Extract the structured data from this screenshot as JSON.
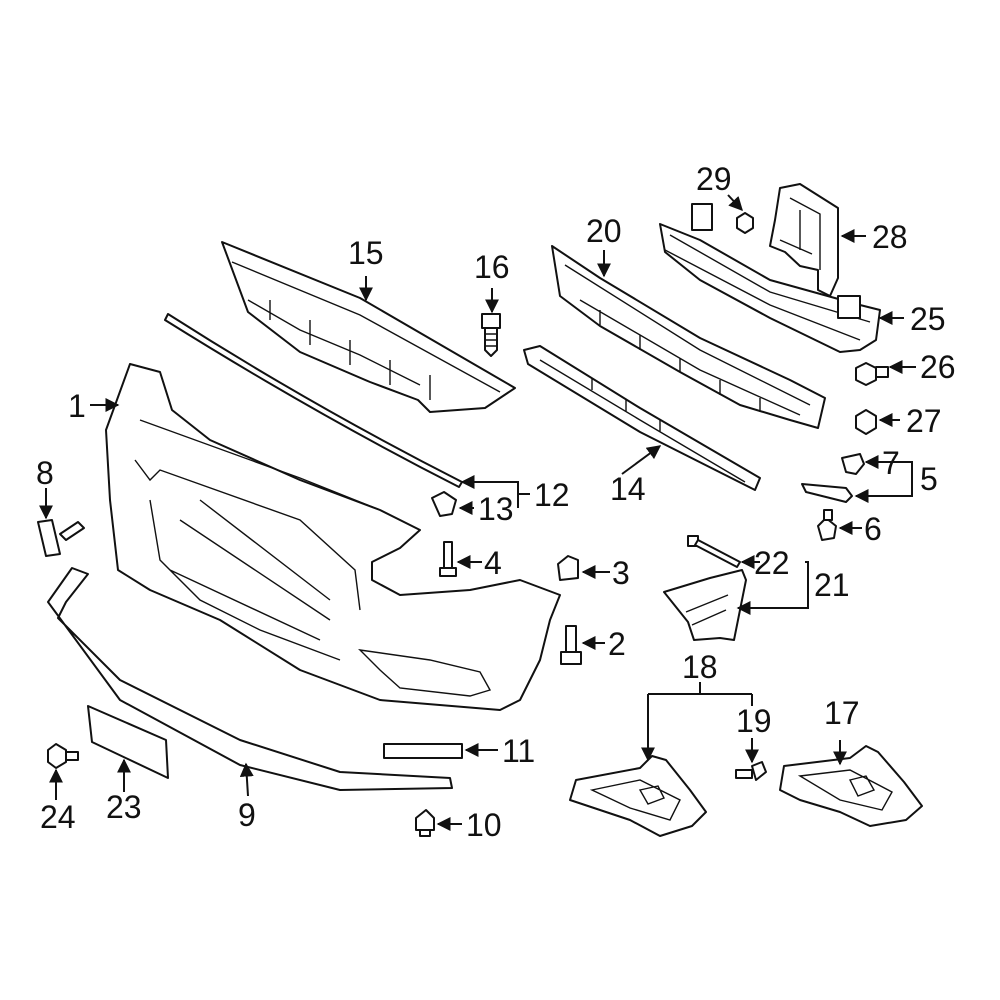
{
  "colors": {
    "highlight_part": "#3a5fc4",
    "line": "#111111",
    "background": "#ffffff"
  },
  "callouts": {
    "c1": "1",
    "c2": "2",
    "c3": "3",
    "c4": "4",
    "c5": "5",
    "c6": "6",
    "c7": "7",
    "c8": "8",
    "c9": "9",
    "c10": "10",
    "c11": "11",
    "c12": "12",
    "c13": "13",
    "c14": "14",
    "c15": "15",
    "c16": "16",
    "c17": "17",
    "c18": "18",
    "c19": "19",
    "c20": "20",
    "c21": "21",
    "c22": "22",
    "c23": "23",
    "c24": "24",
    "c25": "25",
    "c26": "26",
    "c27": "27",
    "c28": "28",
    "c29": "29"
  }
}
